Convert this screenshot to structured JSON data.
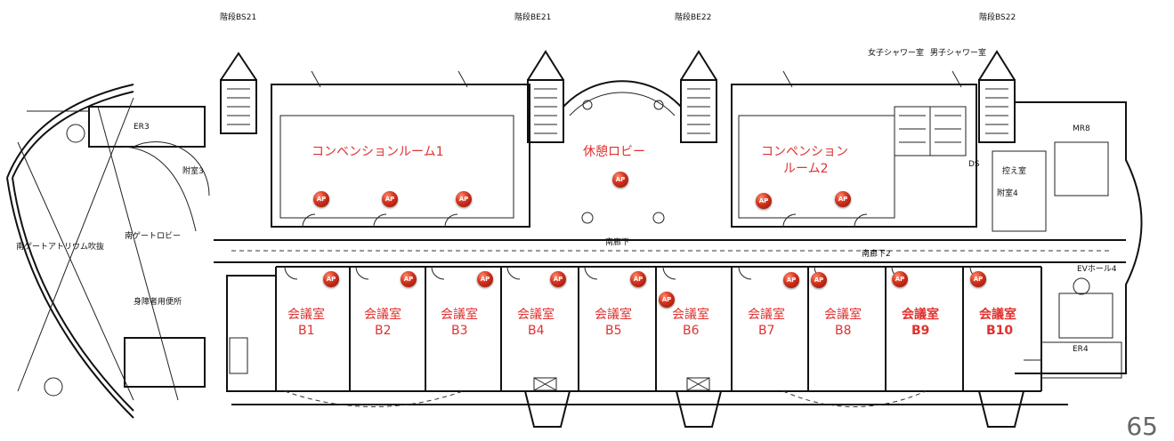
{
  "map": {
    "stair_labels": [
      "階段BS21",
      "階段BE21",
      "階段BE22",
      "階段BS22"
    ],
    "areas": {
      "shower_f": "女子シャワー室",
      "shower_m": "男子シャワー室",
      "rest_lobby": "休憩ロビー",
      "south_gate_lobby": "南ゲートロビー",
      "south_gate_atrium": "南ゲートアトリウム吹抜",
      "handicap_wc": "身障者用便所",
      "ev_hall": "EVホール4",
      "corridor": "南廊下",
      "corridor2": "南廊下2",
      "anteroom3": "附室3",
      "anteroom4": "附室4",
      "waiting": "控え室",
      "er3": "ER3",
      "er4": "ER4",
      "mr8": "MR8",
      "ds": "DS"
    },
    "rooms": {
      "conv1": "コンベンションルーム1",
      "conv2_a": "コンペンション",
      "conv2_b": "ルーム2",
      "rest": "休憩ロビー",
      "b1_a": "会議室",
      "b1_b": "B1",
      "b2_a": "会議室",
      "b2_b": "B2",
      "b3_a": "会議室",
      "b3_b": "B3",
      "b4_a": "会議室",
      "b4_b": "B4",
      "b5_a": "会議室",
      "b5_b": "B5",
      "b6_a": "会議室",
      "b6_b": "B6",
      "b7_a": "会議室",
      "b7_b": "B7",
      "b8_a": "会議室",
      "b8_b": "B8",
      "b9_a": "会議室",
      "b9_b": "B9",
      "b10_a": "会議室",
      "b10_b": "B10"
    },
    "ap_label": "AP",
    "ap_color": "#d2301b",
    "label_color": "#e0312f",
    "page_number": "65"
  }
}
